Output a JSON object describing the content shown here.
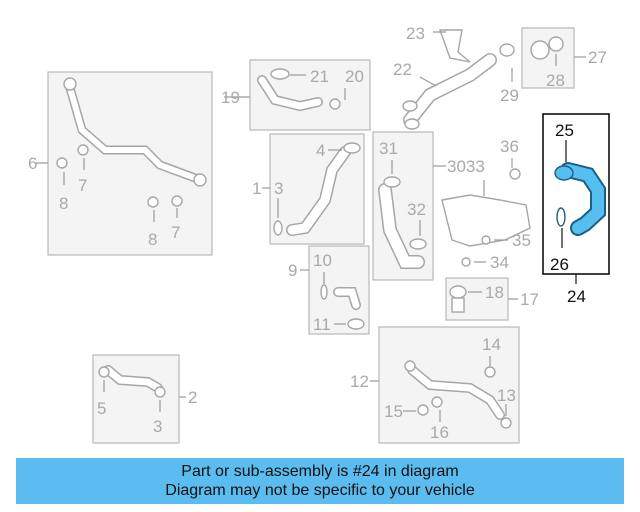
{
  "callouts": {
    "n1": "1",
    "n2": "2",
    "n3a": "3",
    "n3b": "3",
    "n4": "4",
    "n5": "5",
    "n6": "6",
    "n7a": "7",
    "n7b": "7",
    "n8a": "8",
    "n8b": "8",
    "n9": "9",
    "n10": "10",
    "n11": "11",
    "n12": "12",
    "n13": "13",
    "n14": "14",
    "n15": "15",
    "n16": "16",
    "n17": "17",
    "n18": "18",
    "n19": "19",
    "n20": "20",
    "n21": "21",
    "n22": "22",
    "n23": "23",
    "n24": "24",
    "n25": "25",
    "n26": "26",
    "n27": "27",
    "n28": "28",
    "n29": "29",
    "n30_33": "3033",
    "n31": "31",
    "n32": "32",
    "n34": "34",
    "n35": "35",
    "n36": "36"
  },
  "highlight": {
    "part": "24",
    "color": "#111111"
  },
  "colors": {
    "banner": "#5bbcf0",
    "part_gray": "#a6a6a6",
    "hose_blue": "#55bff0"
  },
  "banner": {
    "line1": "Part or sub-assembly is #24 in diagram",
    "line2": "Diagram may not be specific to your vehicle"
  }
}
